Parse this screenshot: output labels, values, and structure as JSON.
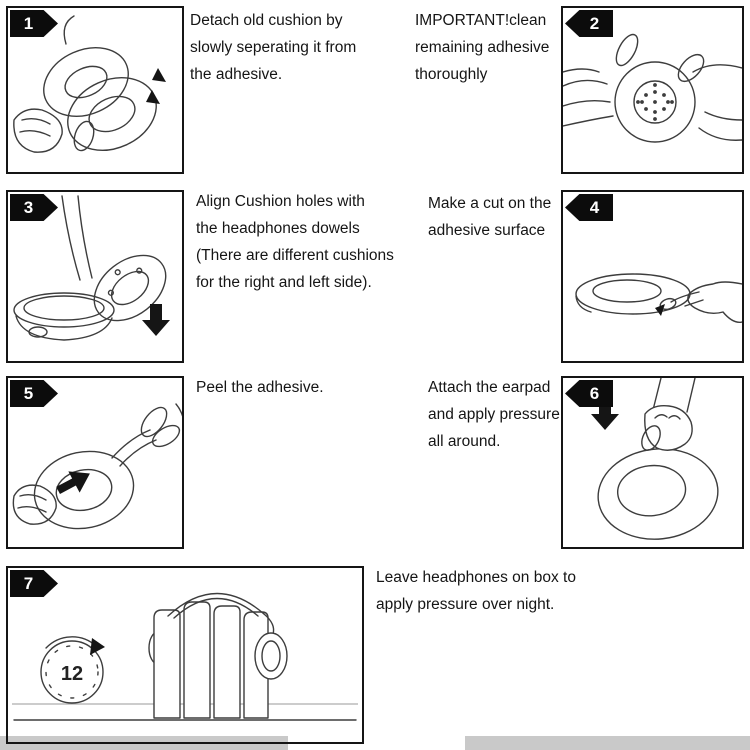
{
  "canvas": {
    "background": "#ffffff",
    "line_color": "#3d3d3d",
    "badge_color": "#0c0c0c",
    "strip_color": "#c9c9c9"
  },
  "steps": [
    {
      "number": "1",
      "lines": [
        "Detach old cushion by",
        "slowly seperating it from",
        "the adhesive."
      ]
    },
    {
      "number": "2",
      "lines": [
        "IMPORTANT!clean",
        "remaining adhesive",
        "thoroughly"
      ]
    },
    {
      "number": "3",
      "lines": [
        "Align Cushion holes with",
        "the headphones dowels",
        "(There are different cushions",
        "for the right and left side)."
      ]
    },
    {
      "number": "4",
      "lines": [
        "Make a cut on the",
        "adhesive surface"
      ]
    },
    {
      "number": "5",
      "lines": [
        "Peel the adhesive."
      ]
    },
    {
      "number": "6",
      "lines": [
        "Attach the earpad",
        "and apply pressure",
        "all around."
      ]
    },
    {
      "number": "7",
      "lines": [
        "Leave headphones on box to",
        "apply pressure over night."
      ]
    }
  ],
  "clock_label": "12"
}
